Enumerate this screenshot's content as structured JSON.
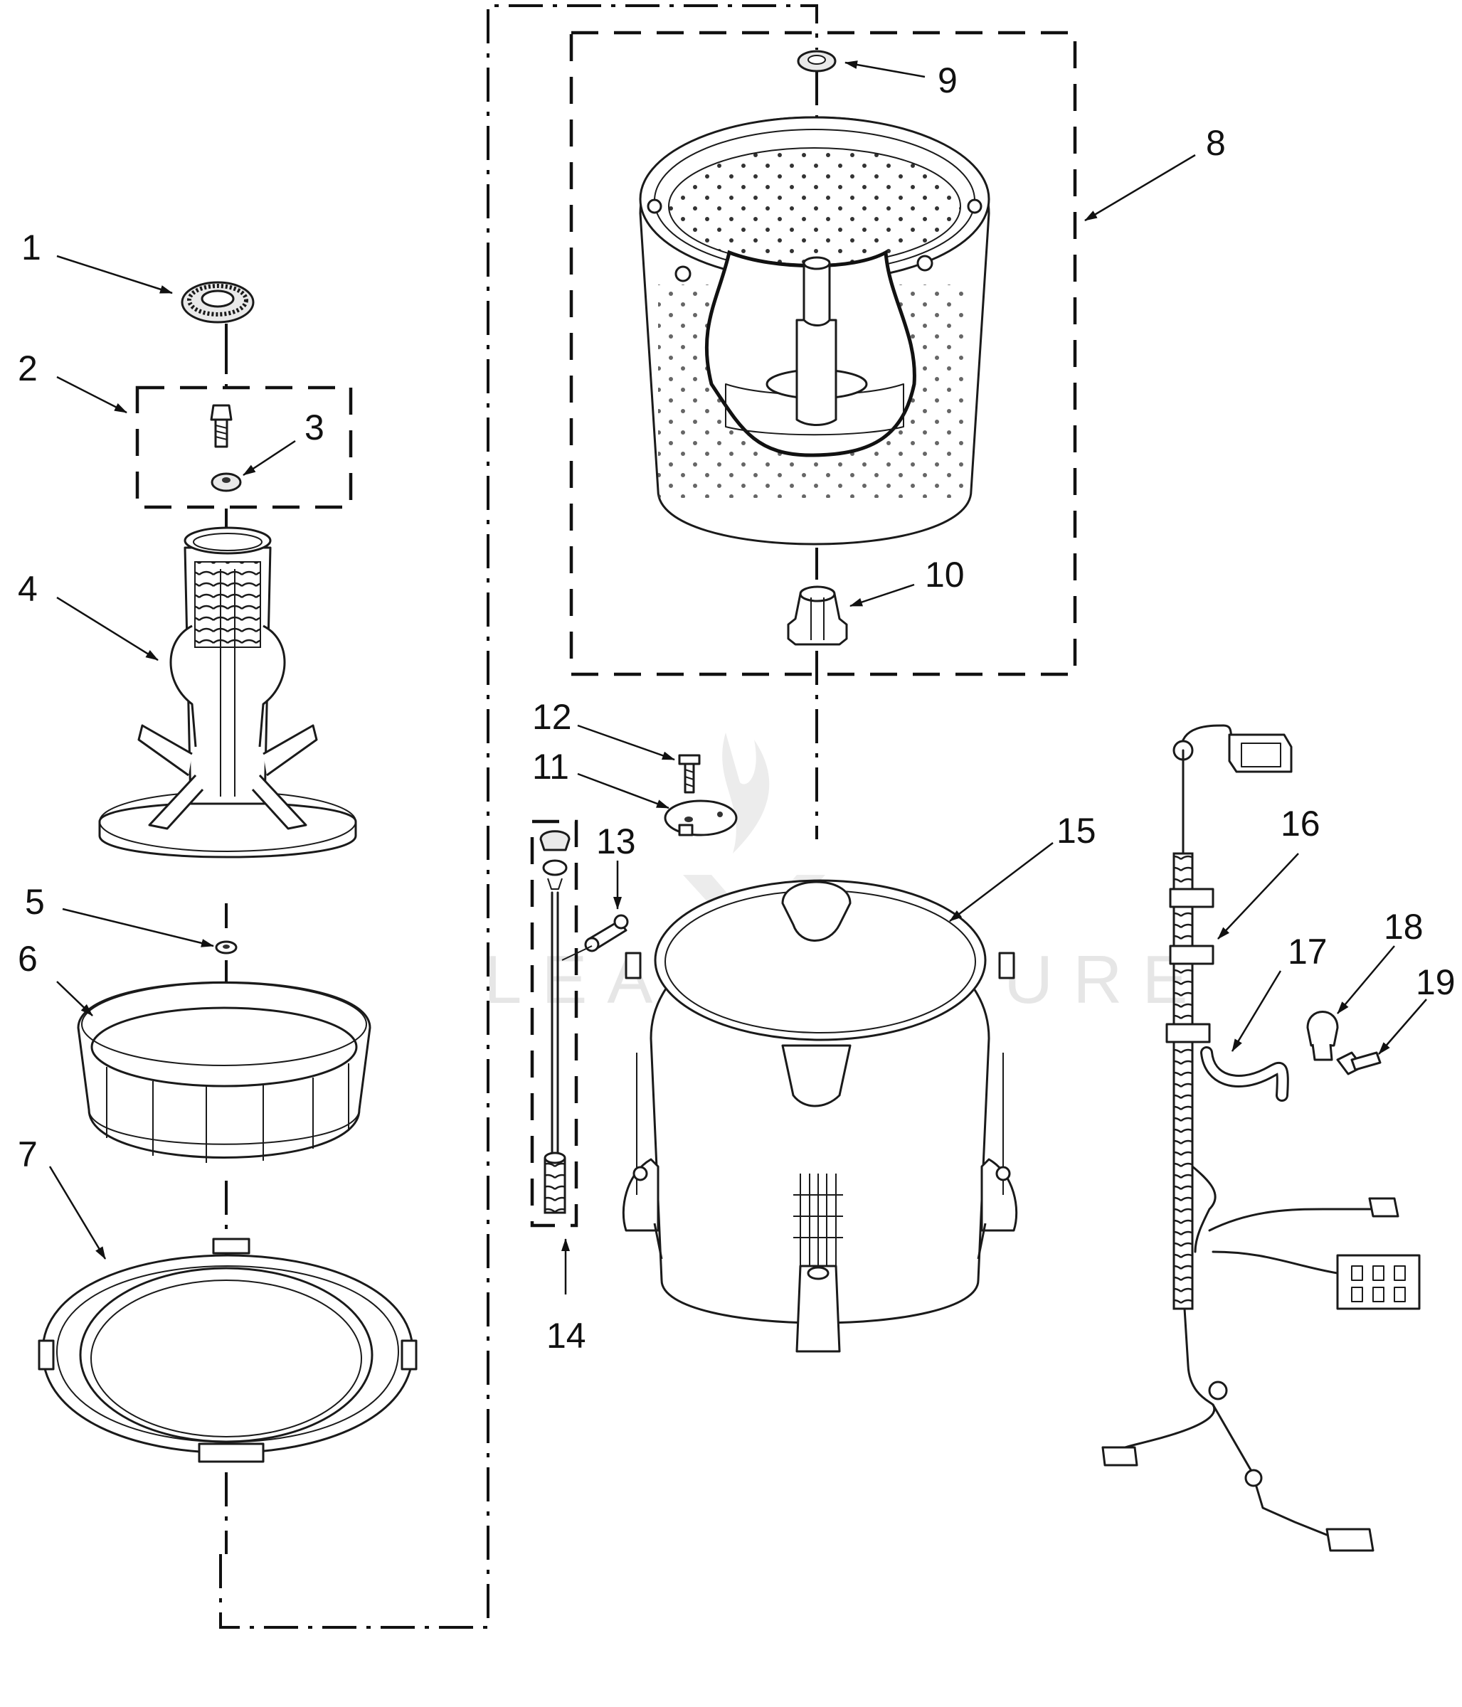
{
  "watermark": "LEADVENTURE",
  "callouts": [
    {
      "id": "callout-1",
      "label": "1"
    },
    {
      "id": "callout-2",
      "label": "2"
    },
    {
      "id": "callout-3",
      "label": "3"
    },
    {
      "id": "callout-4",
      "label": "4"
    },
    {
      "id": "callout-5",
      "label": "5"
    },
    {
      "id": "callout-6",
      "label": "6"
    },
    {
      "id": "callout-7",
      "label": "7"
    },
    {
      "id": "callout-8",
      "label": "8"
    },
    {
      "id": "callout-9",
      "label": "9"
    },
    {
      "id": "callout-10",
      "label": "10"
    },
    {
      "id": "callout-11",
      "label": "11"
    },
    {
      "id": "callout-12",
      "label": "12"
    },
    {
      "id": "callout-13",
      "label": "13"
    },
    {
      "id": "callout-14",
      "label": "14"
    },
    {
      "id": "callout-15",
      "label": "15"
    },
    {
      "id": "callout-16",
      "label": "16"
    },
    {
      "id": "callout-17",
      "label": "17"
    },
    {
      "id": "callout-18",
      "label": "18"
    },
    {
      "id": "callout-19",
      "label": "19"
    }
  ]
}
